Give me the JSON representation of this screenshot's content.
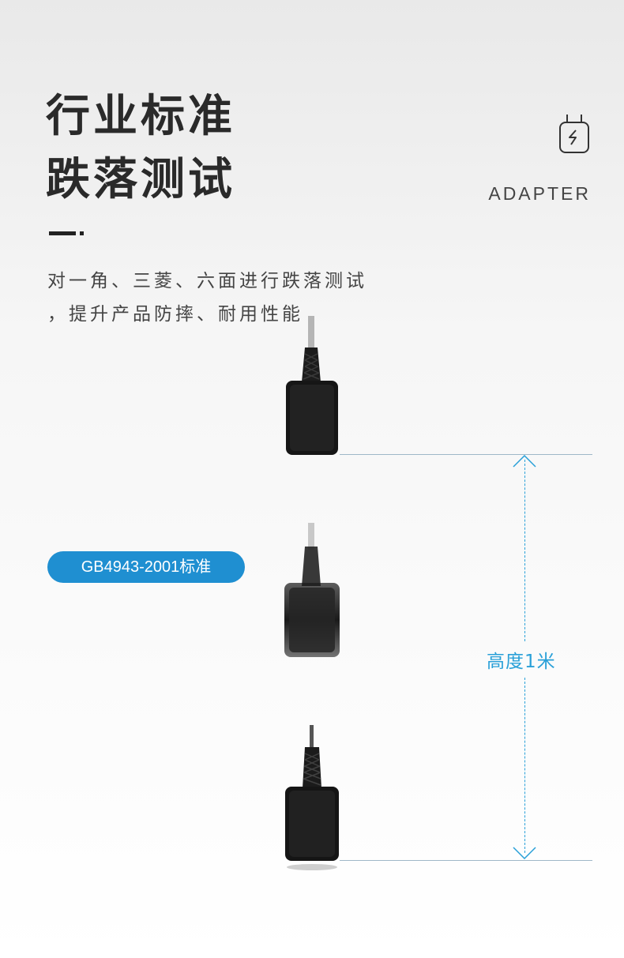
{
  "heading": {
    "line1": "行业标准",
    "line2": "跌落测试"
  },
  "description": {
    "line1": "对一角、三菱、六面进行跌落测试",
    "line2": "，提升产品防摔、耐用性能"
  },
  "brand_label": "ADAPTER",
  "icons": {
    "plug": "plug-icon"
  },
  "badge": {
    "text": "GB4943-2001标准",
    "color": "#1f8fd1"
  },
  "measure": {
    "label": "高度1米",
    "color": "#29a0d8"
  }
}
